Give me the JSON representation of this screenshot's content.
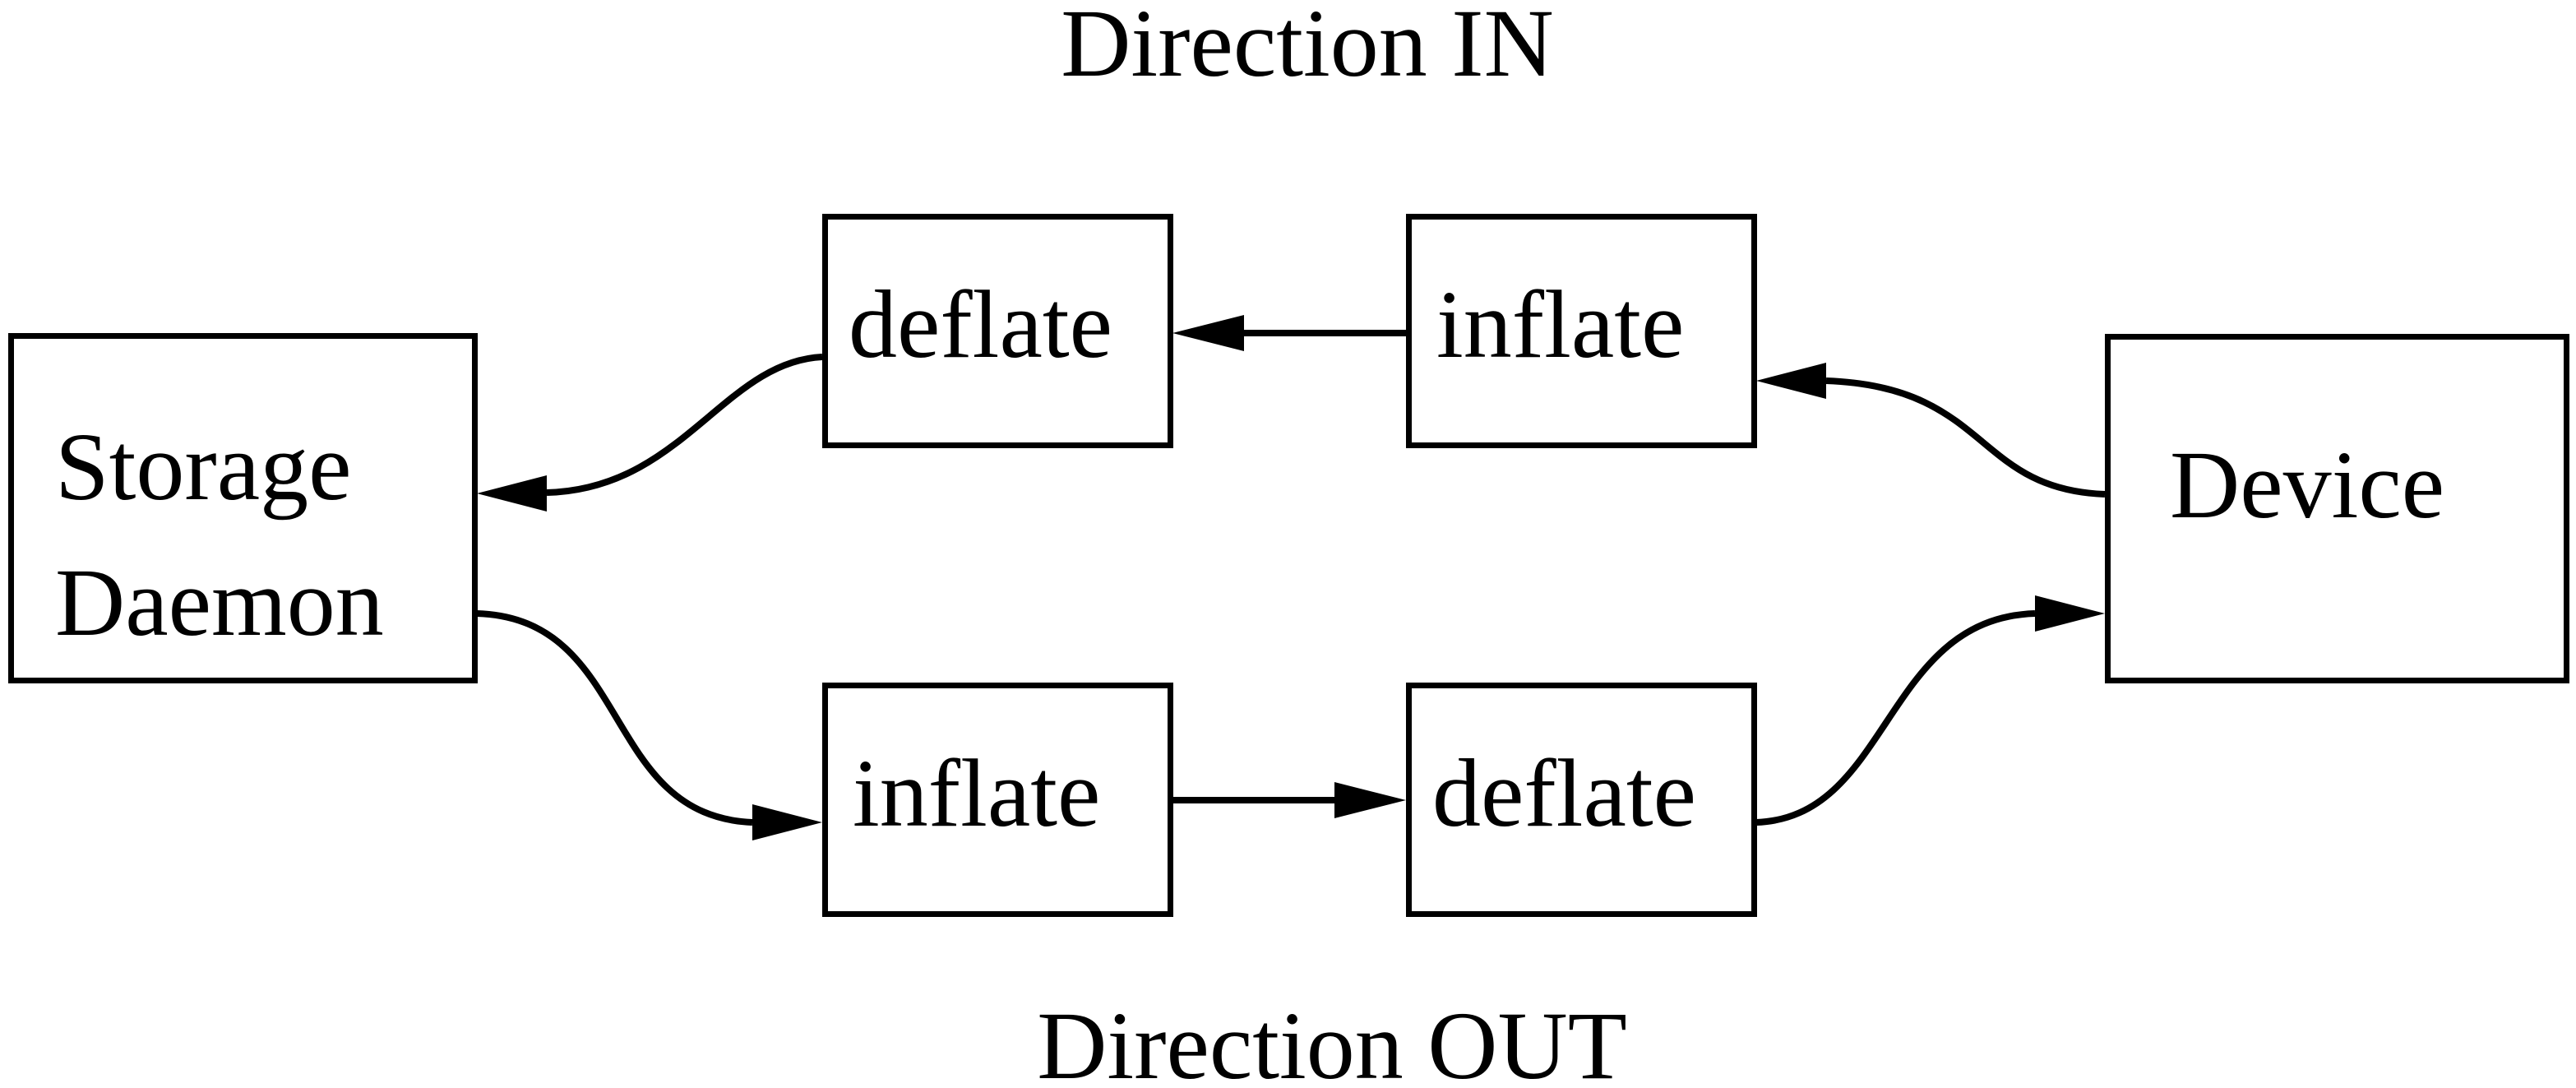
{
  "diagram": {
    "title_top": "Direction IN",
    "title_bottom": "Direction OUT",
    "nodes": {
      "storage_daemon": {
        "lines": [
          "Storage",
          "Daemon"
        ]
      },
      "deflate_in": {
        "label": "deflate"
      },
      "inflate_in": {
        "label": "inflate"
      },
      "device": {
        "label": "Device"
      },
      "inflate_out": {
        "label": "inflate"
      },
      "deflate_out": {
        "label": "deflate"
      }
    },
    "colors": {
      "line": "#000000",
      "background": "#ffffff",
      "box_fill": "#ffffff"
    }
  }
}
